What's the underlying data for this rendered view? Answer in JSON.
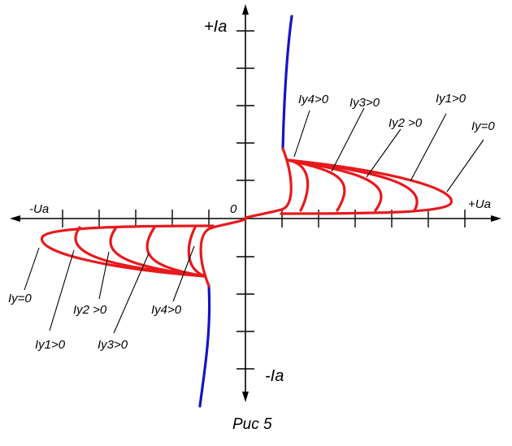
{
  "figure": {
    "axes": {
      "y_pos_label": "+Ia",
      "y_neg_label": "-Ia",
      "x_pos_label": "+Ua",
      "x_neg_label": "-Ua",
      "origin_label": "0"
    },
    "curve_labels_right": [
      "Iy4>0",
      "Iy3>0",
      "Iy2 >0",
      "Iy1>0",
      "Iy=0"
    ],
    "curve_labels_left": [
      "Iy=0",
      "Iy1>0",
      "Iy2 >0",
      "Iy3>0",
      "Iy4>0"
    ],
    "caption": "Рис 5",
    "colors": {
      "axis": "#000000",
      "family_curves": "#e8191c",
      "breakdown_branch": "#1414c8"
    }
  }
}
